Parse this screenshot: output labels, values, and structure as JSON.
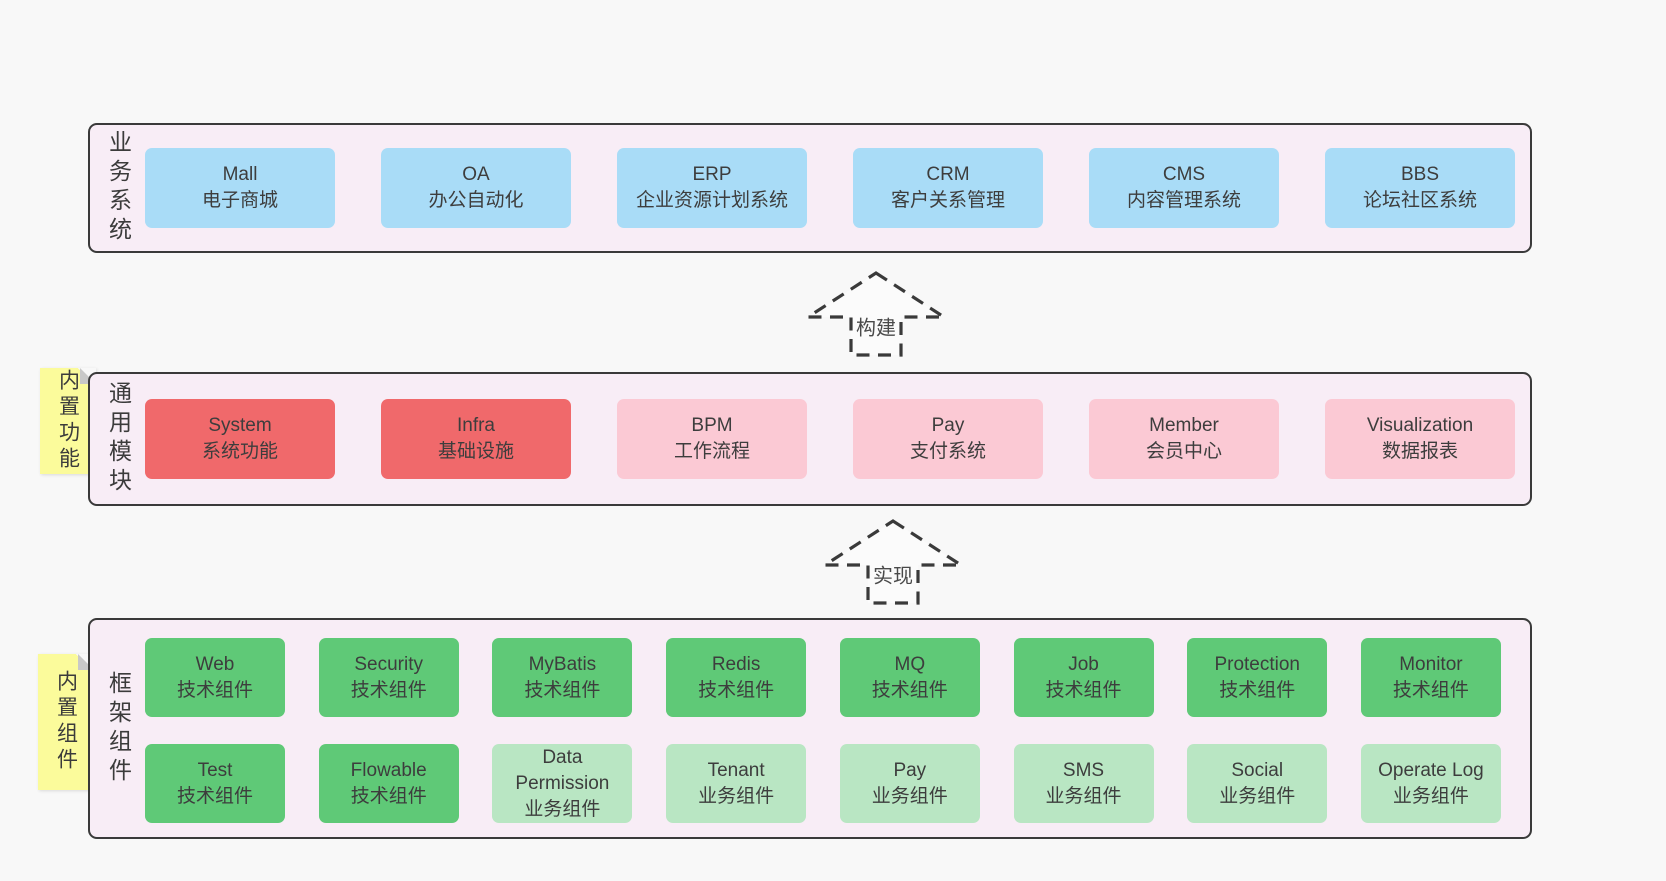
{
  "colors": {
    "page_bg": "#F8F8F8",
    "container_bg": "#F8EDF6",
    "container_border": "#3A3A3A",
    "blue": "#A9DCF7",
    "red": "#F0696B",
    "pink": "#FBC9D4",
    "green": "#5FC977",
    "lightgreen": "#B9E6C3",
    "sticky_yellow": "#FBFB9B",
    "sticky_fold": "#C8C8C8"
  },
  "layers": {
    "business": {
      "label": "业务系统",
      "boxes": [
        {
          "title": "Mall",
          "subtitle": "电子商城",
          "variant": "blue"
        },
        {
          "title": "OA",
          "subtitle": "办公自动化",
          "variant": "blue"
        },
        {
          "title": "ERP",
          "subtitle": "企业资源计划系统",
          "variant": "blue"
        },
        {
          "title": "CRM",
          "subtitle": "客户关系管理",
          "variant": "blue"
        },
        {
          "title": "CMS",
          "subtitle": "内容管理系统",
          "variant": "blue"
        },
        {
          "title": "BBS",
          "subtitle": "论坛社区系统",
          "variant": "blue"
        }
      ]
    },
    "modules": {
      "label": "通用模块",
      "sticky": "内置功能",
      "boxes": [
        {
          "title": "System",
          "subtitle": "系统功能",
          "variant": "red"
        },
        {
          "title": "Infra",
          "subtitle": "基础设施",
          "variant": "red"
        },
        {
          "title": "BPM",
          "subtitle": "工作流程",
          "variant": "pink"
        },
        {
          "title": "Pay",
          "subtitle": "支付系统",
          "variant": "pink"
        },
        {
          "title": "Member",
          "subtitle": "会员中心",
          "variant": "pink"
        },
        {
          "title": "Visualization",
          "subtitle": "数据报表",
          "variant": "pink"
        }
      ]
    },
    "components": {
      "label": "框架组件",
      "sticky": "内置组件",
      "rows": [
        [
          {
            "title": "Web",
            "subtitle": "技术组件",
            "variant": "green"
          },
          {
            "title": "Security",
            "subtitle": "技术组件",
            "variant": "green"
          },
          {
            "title": "MyBatis",
            "subtitle": "技术组件",
            "variant": "green"
          },
          {
            "title": "Redis",
            "subtitle": "技术组件",
            "variant": "green"
          },
          {
            "title": "MQ",
            "subtitle": "技术组件",
            "variant": "green"
          },
          {
            "title": "Job",
            "subtitle": "技术组件",
            "variant": "green"
          },
          {
            "title": "Protection",
            "subtitle": "技术组件",
            "variant": "green"
          },
          {
            "title": "Monitor",
            "subtitle": "技术组件",
            "variant": "green"
          }
        ],
        [
          {
            "title": "Test",
            "subtitle": "技术组件",
            "variant": "green"
          },
          {
            "title": "Flowable",
            "subtitle": "技术组件",
            "variant": "green"
          },
          {
            "title": "Data Permission",
            "subtitle": "业务组件",
            "variant": "lightgreen"
          },
          {
            "title": "Tenant",
            "subtitle": "业务组件",
            "variant": "lightgreen"
          },
          {
            "title": "Pay",
            "subtitle": "业务组件",
            "variant": "lightgreen"
          },
          {
            "title": "SMS",
            "subtitle": "业务组件",
            "variant": "lightgreen"
          },
          {
            "title": "Social",
            "subtitle": "业务组件",
            "variant": "lightgreen"
          },
          {
            "title": "Operate Log",
            "subtitle": "业务组件",
            "variant": "lightgreen"
          }
        ]
      ]
    }
  },
  "arrows": [
    {
      "label": "构建"
    },
    {
      "label": "实现"
    }
  ]
}
